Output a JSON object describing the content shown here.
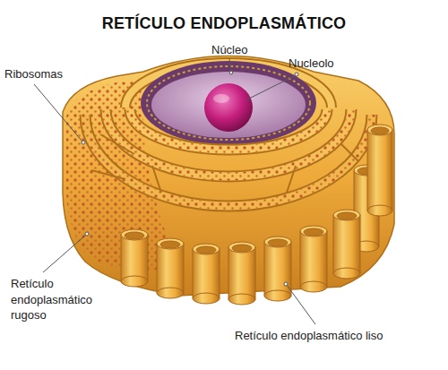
{
  "diagram": {
    "title": "RETÍCULO ENDOPLASMÁTICO",
    "labels": [
      "Núcleo",
      "Nucleolo",
      "Ribosomas",
      "Retículo endoplasmático rugoso",
      "Retículo endoplasmático liso"
    ]
  }
}
